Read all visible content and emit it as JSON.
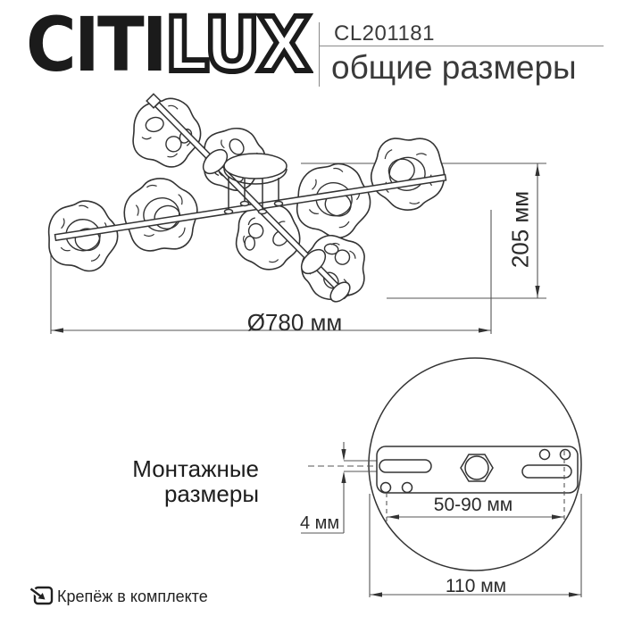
{
  "header": {
    "brand_solid": "CITI",
    "brand_outline": "LUX",
    "product_code": "CL201181",
    "subtitle": "общие размеры"
  },
  "general_dimensions": {
    "height_label": "205 мм",
    "diameter_label": "Ø780 мм"
  },
  "mounting": {
    "title_line1": "Монтажные",
    "title_line2": "размеры",
    "slot_width_label": "4 мм",
    "screw_span_label": "50-90 мм",
    "plate_width_label": "110 мм"
  },
  "footer": {
    "note": "Крепёж в комплекте",
    "icon": "arrow-into-box-icon"
  },
  "colors": {
    "ink": "#1b1b1b",
    "drawing_line": "#333333",
    "dimension_line": "#555555",
    "background": "#ffffff"
  }
}
